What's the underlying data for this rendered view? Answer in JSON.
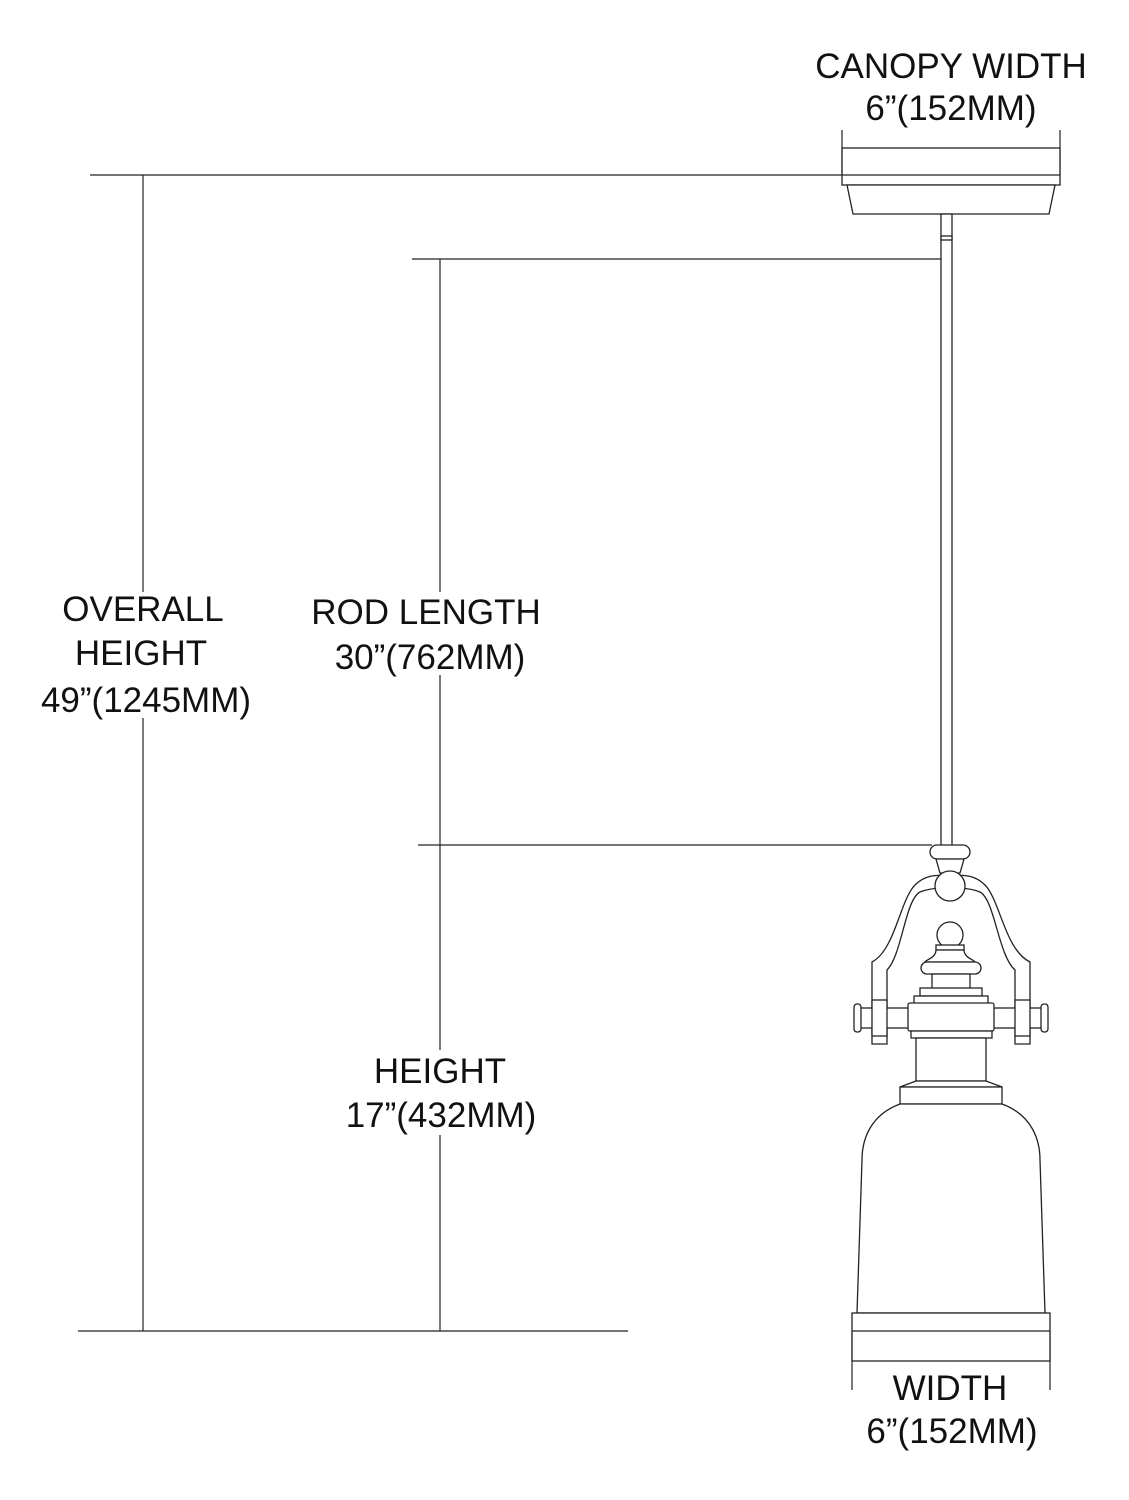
{
  "dimensions": {
    "canopy_width": {
      "label": "CANOPY WIDTH",
      "value": "6”(152MM)"
    },
    "overall_height": {
      "label_line1": "OVERALL",
      "label_line2": "HEIGHT",
      "value": "49”(1245MM)"
    },
    "rod_length": {
      "label": "ROD LENGTH",
      "value": "30”(762MM)"
    },
    "height": {
      "label": "HEIGHT",
      "value": "17”(432MM)"
    },
    "width": {
      "label": "WIDTH",
      "value": "6”(152MM)"
    }
  }
}
